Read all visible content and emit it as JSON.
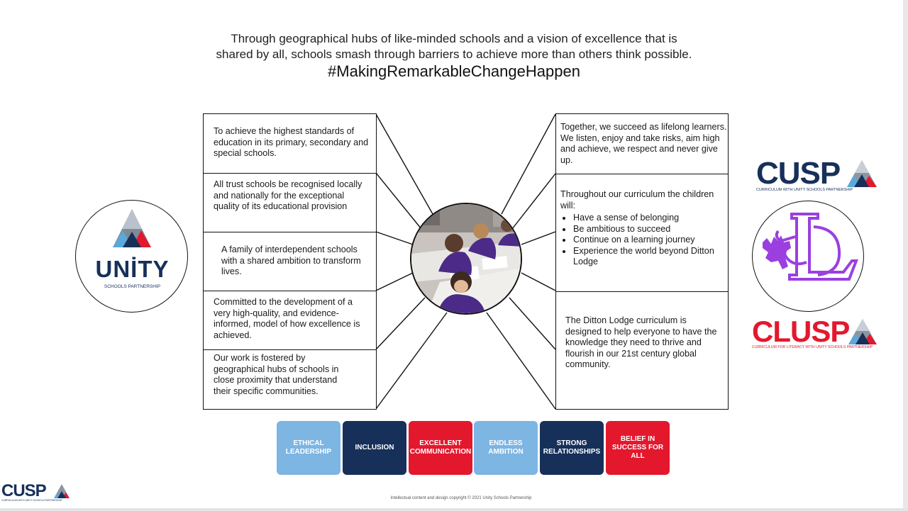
{
  "intro": {
    "line1": "Through geographical hubs of like-minded schools and a vision of excellence that is",
    "line2": "shared by all, schools smash through barriers to achieve more than others think possible.",
    "hashtag": "#MakingRemarkableChangeHappen"
  },
  "left_boxes": [
    {
      "text": "To achieve the highest standards of education in its primary, secondary and special schools."
    },
    {
      "text": "All trust schools be recognised locally and nationally for the exceptional quality of its educational provision"
    },
    {
      "text": "A family of interdependent schools with a shared ambition to transform lives."
    },
    {
      "text": "Committed to the development of a very high-quality, and evidence-informed, model of how excellence is achieved."
    },
    {
      "text": "Our work is fostered by geographical hubs of schools in close proximity that understand their specific communities."
    }
  ],
  "right_boxes": {
    "box1": "Together, we succeed as lifelong learners. We listen, enjoy and take risks, aim high and achieve, we respect and never give up.",
    "box2_intro": "Throughout our curriculum the children will:",
    "box2_bullets": [
      "Have a sense of belonging",
      "Be ambitious to succeed",
      "Continue on a learning journey",
      "Experience the world beyond Ditton Lodge"
    ],
    "box3": "The Ditton Lodge curriculum is designed to help everyone to have the knowledge they need to thrive and flourish in our 21st century global community."
  },
  "unity_logo": {
    "name": "UNİTY",
    "sub": "SCHOOLS PARTNERSHIP"
  },
  "cusp_logo": {
    "name": "CUSP",
    "sub": "CURRICULUM WITH UNITY SCHOOLS PARTNERSHIP"
  },
  "school_logo": {
    "icon": "moose-dl-icon"
  },
  "clusp_logo": {
    "name": "CLUSP",
    "sub": "CURRICULUM FOR LITERACY WITH UNITY SCHOOLS PARTNERSHIP"
  },
  "small_cusp_logo": {
    "name": "CUSP",
    "sub": "CURRICULUM WITH UNITY SCHOOLS PARTNERSHIP"
  },
  "values": [
    {
      "label": "ETHICAL LEADERSHIP",
      "color": "#7db5e3"
    },
    {
      "label": "INCLUSION",
      "color": "#17305a"
    },
    {
      "label": "EXCELLENT COMMUNICATION",
      "color": "#e3182d"
    },
    {
      "label": "ENDLESS AMBITION",
      "color": "#7db5e3"
    },
    {
      "label": "STRONG RELATIONSHIPS",
      "color": "#17305a"
    },
    {
      "label": "BELIEF IN SUCCESS FOR ALL",
      "color": "#e3182d"
    }
  ],
  "colors": {
    "navy": "#17305a",
    "red": "#e3182d",
    "light_blue": "#7db5e3",
    "purple": "#9b3fe0"
  },
  "copyright": "Intellectual content and design copyright © 2021 Unity Schools Partnership"
}
